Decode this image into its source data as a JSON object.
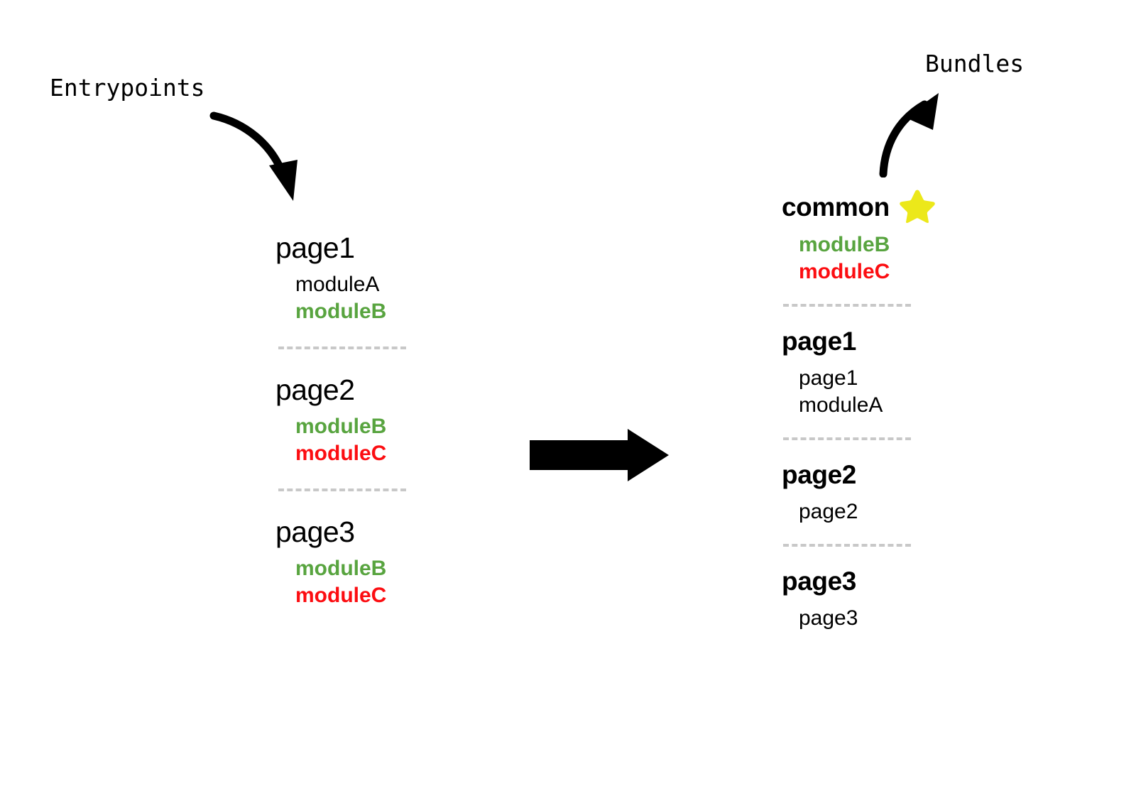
{
  "diagram": {
    "title_left": "Entrypoints",
    "title_right": "Bundles",
    "colors": {
      "module_shared_green": "#58a43f",
      "module_shared_red": "#fc0d11",
      "star_yellow": "#ece81a",
      "divider_gray": "#c8c8c8",
      "text_black": "#000000"
    },
    "icons": {
      "star": "star-icon",
      "arrow_left_curve": "curved-arrow-down-right-icon",
      "arrow_right_curve": "curved-arrow-up-right-icon",
      "arrow_transform": "block-arrow-right-icon"
    }
  },
  "entrypoints": {
    "label": "Entrypoints",
    "groups": [
      {
        "name": "page1",
        "modules": [
          {
            "text": "moduleA",
            "style": "plain"
          },
          {
            "text": "moduleB",
            "style": "green"
          }
        ]
      },
      {
        "name": "page2",
        "modules": [
          {
            "text": "moduleB",
            "style": "green"
          },
          {
            "text": "moduleC",
            "style": "red"
          }
        ]
      },
      {
        "name": "page3",
        "modules": [
          {
            "text": "moduleB",
            "style": "green"
          },
          {
            "text": "moduleC",
            "style": "red"
          }
        ]
      }
    ]
  },
  "bundles": {
    "label": "Bundles",
    "groups": [
      {
        "name": "common",
        "starred": true,
        "modules": [
          {
            "text": "moduleB",
            "style": "green"
          },
          {
            "text": "moduleC",
            "style": "red"
          }
        ]
      },
      {
        "name": "page1",
        "starred": false,
        "modules": [
          {
            "text": "page1",
            "style": "plain"
          },
          {
            "text": "moduleA",
            "style": "plain"
          }
        ]
      },
      {
        "name": "page2",
        "starred": false,
        "modules": [
          {
            "text": "page2",
            "style": "plain"
          }
        ]
      },
      {
        "name": "page3",
        "starred": false,
        "modules": [
          {
            "text": "page3",
            "style": "plain"
          }
        ]
      }
    ]
  }
}
